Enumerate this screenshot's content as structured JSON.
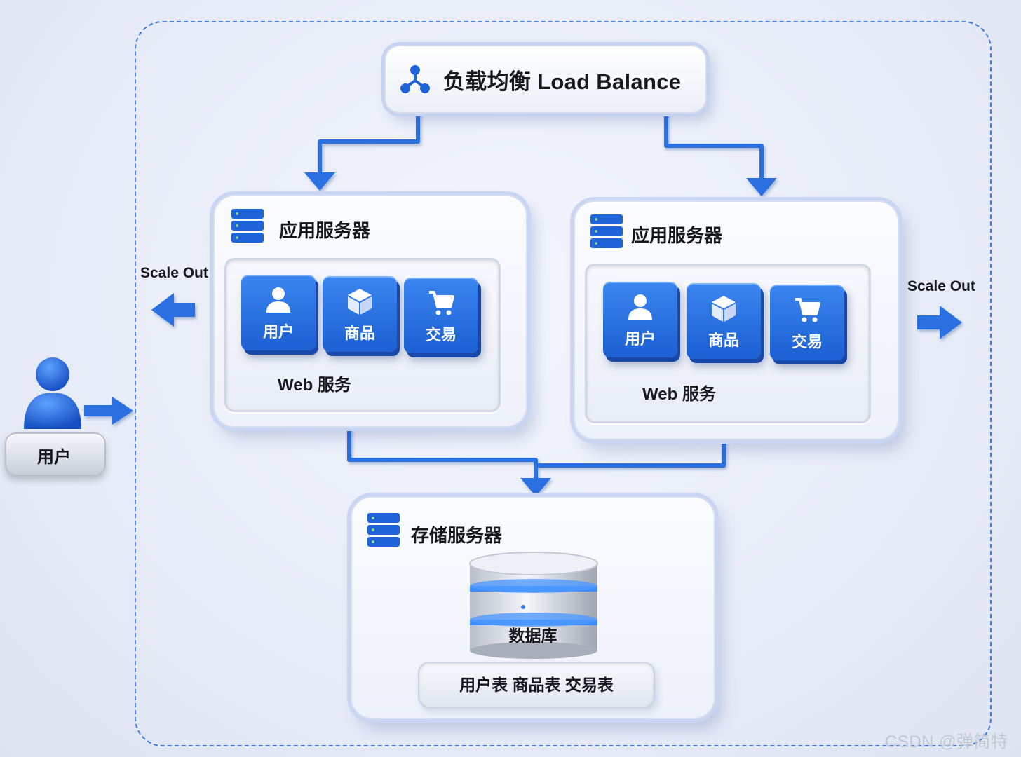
{
  "load_balancer": {
    "label": "负载均衡 Load Balance"
  },
  "app_servers": [
    {
      "title": "应用服务器",
      "modules": [
        {
          "label": "用户",
          "icon": "user-icon"
        },
        {
          "label": "商品",
          "icon": "box-icon"
        },
        {
          "label": "交易",
          "icon": "cart-icon"
        }
      ],
      "web_label": "Web 服务"
    },
    {
      "title": "应用服务器",
      "modules": [
        {
          "label": "用户",
          "icon": "user-icon"
        },
        {
          "label": "商品",
          "icon": "box-icon"
        },
        {
          "label": "交易",
          "icon": "cart-icon"
        }
      ],
      "web_label": "Web 服务"
    }
  ],
  "scale_out": {
    "left": "Scale Out",
    "right": "Scale Out"
  },
  "user": {
    "label": "用户"
  },
  "storage": {
    "title": "存储服务器",
    "database_label": "数据库",
    "tables_label": "用户表 商品表 交易表"
  },
  "watermark": "CSDN @弹简特",
  "colors": {
    "accent": "#1f63d8",
    "connector": "#2a6fe0",
    "boundary": "#3d7be0"
  }
}
